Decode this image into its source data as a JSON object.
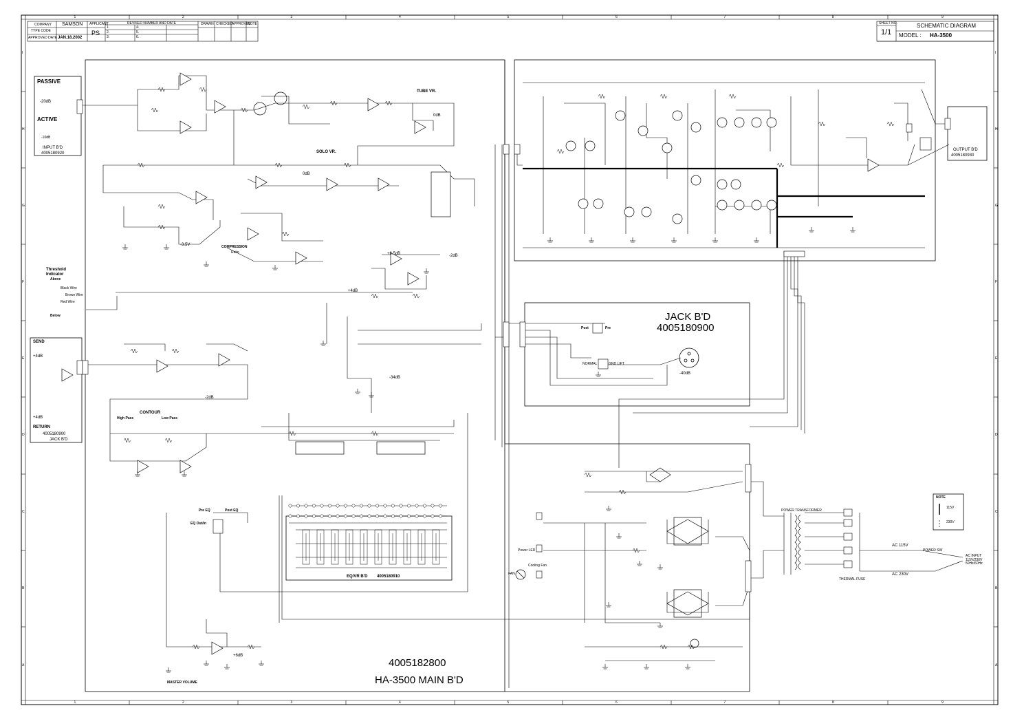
{
  "title_block": {
    "company_label": "COMPANY",
    "company": "SAMSON",
    "type_code_label": "TYPE CODE",
    "approved_date_label": "APPROVED DATE",
    "approved_date": "JAN.18.2002",
    "applicant_label": "APPLICANT",
    "applicant": "PS",
    "revised_label": "REVISED NUMBER AND DATE",
    "drawn_label": "DRAWN",
    "checked_label": "CHECKED",
    "approved_label": "APPROVED",
    "note_label": "NOTE",
    "rev_numbers": [
      "1.",
      "2.",
      "3.",
      "4.",
      "5.",
      "6."
    ],
    "sheet_no_label": "SHEET NO.",
    "sheet_no": "1/1",
    "diagram_type": "SCHEMATIC DIAGRAM",
    "model_label": "MODEL :",
    "model": "HA-3500"
  },
  "grid": {
    "columns": [
      "1",
      "2",
      "3",
      "4",
      "5",
      "6",
      "7",
      "8",
      "9"
    ],
    "rows": [
      "I",
      "H",
      "G",
      "F",
      "E",
      "D",
      "C",
      "B",
      "A"
    ]
  },
  "input_board": {
    "passive": "PASSIVE",
    "passive_db": "-20dB",
    "active": "ACTIVE",
    "active_db": "-10dB",
    "name": "INPUT B'D",
    "code": "4005180920"
  },
  "send_return": {
    "send": "SEND",
    "send_db": "+4dB",
    "return": "RETURN",
    "return_db": "+4dB",
    "code": "4005180900",
    "name": "JACK B'D"
  },
  "threshold": {
    "title": "Threshold Indicator",
    "above": "Above",
    "below": "Below",
    "black_wire": "Black Wire",
    "brown_wire": "Brown Wire",
    "red_wire": "Red Wire"
  },
  "main_labels": {
    "tube_vr": "TUBE VR.",
    "solo_vr": "SOLO VR.",
    "zero_db_a": "0dB",
    "zero_db_b": "0dB",
    "compression": "COMPRESSION",
    "ratio": "Ratio",
    "minus35v": "-3.5V",
    "plus65db": "+6.5dB",
    "minus2db_a": "-2dB",
    "plus4db": "+4dB",
    "minus34db": "-34dB",
    "minus2db_b": "-2dB",
    "contour": "CONTOUR",
    "high_pass": "High Pass",
    "low_pass": "Low Pass",
    "pre_eq": "Pre EQ",
    "post_eq": "Post EQ",
    "eq_out_in": "EQ Out/In",
    "master_volume": "MASTER VOLUME",
    "plus6db": "+6dB",
    "main_code": "4005182800",
    "main_name": "HA-3500 MAIN B'D"
  },
  "eq_board": {
    "name": "EQ/VR B'D",
    "code": "4005180910"
  },
  "jack_board": {
    "name": "JACK B'D",
    "code": "4005180900",
    "post": "Post",
    "pre": "Pre",
    "normal": "NORMAL",
    "gnd_lift": "GND LIFT",
    "minus40db": "-40dB"
  },
  "output_board": {
    "name": "OUTPUT B'D",
    "code": "4005180930"
  },
  "power": {
    "power_led": "Power LED",
    "cooling_fan": "Cooling Fan",
    "fan": "FAN",
    "power_transformer": "POWER TRANSFORMER",
    "thermal_fuse": "THERMAL FUSE",
    "ac_115v": "AC 115V",
    "ac_230v": "AC 230V",
    "power_sw": "POWER SW",
    "ac_input": "AC INPUT",
    "ac_input_spec": "115V/230V 50Hz/60Hz"
  },
  "note": {
    "title": "NOTE",
    "line1": "115V",
    "line2": "230V"
  }
}
